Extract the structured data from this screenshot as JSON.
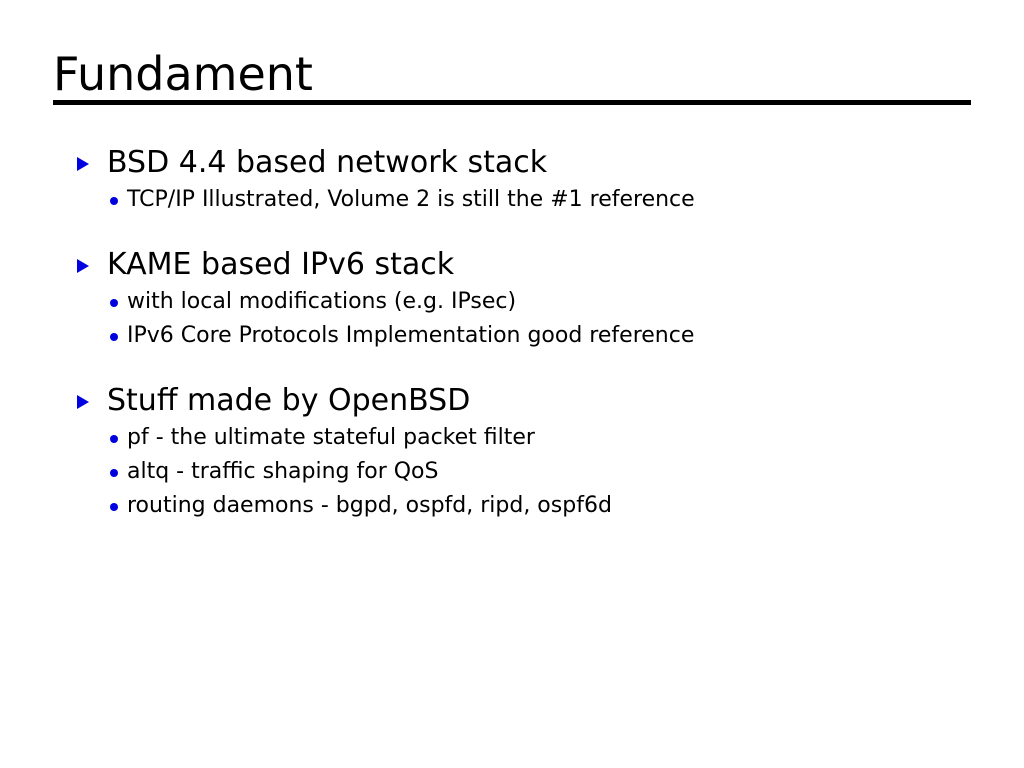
{
  "slide": {
    "title": "Fundament",
    "background_color": "#ffffff",
    "text_color": "#000000",
    "rule_color": "#000000",
    "bullet_color": "#0000e0",
    "markers": {
      "level1": "blue-triangle-bullet",
      "level2": "blue-round-bullet"
    },
    "groups": [
      {
        "heading": "BSD 4.4 based network stack",
        "items": [
          "TCP/IP Illustrated, Volume 2 is still the #1 reference"
        ]
      },
      {
        "heading": "KAME based IPv6 stack",
        "items": [
          "with local modifications (e.g. IPsec)",
          "IPv6 Core Protocols Implementation good reference"
        ]
      },
      {
        "heading": "Stuff made by OpenBSD",
        "items": [
          "pf - the ultimate stateful packet filter",
          "altq - traffic shaping for QoS",
          "routing daemons - bgpd, ospfd, ripd, ospf6d"
        ]
      }
    ]
  }
}
